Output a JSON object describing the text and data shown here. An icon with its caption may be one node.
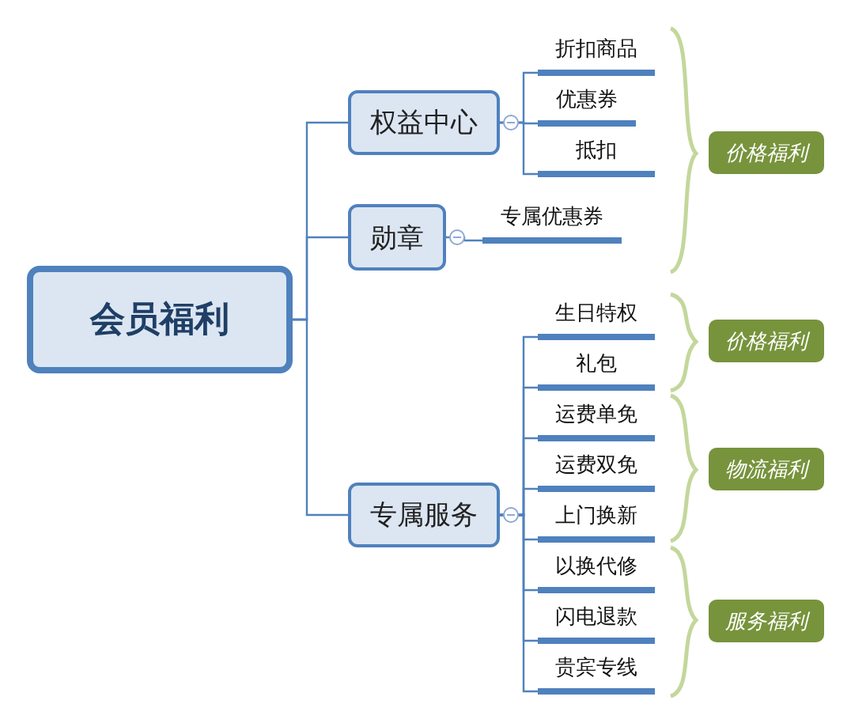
{
  "diagram": {
    "nodes": [
      {
        "text": [
          "会员福利"
        ]
      },
      {
        "text": [
          "权益中心"
        ]
      },
      {
        "text": [
          "勋章"
        ]
      },
      {
        "text": [
          "专属服务"
        ]
      },
      {
        "text": [
          "折扣商品"
        ]
      },
      {
        "text": [
          "优惠券"
        ]
      },
      {
        "text": [
          "抵扣"
        ]
      },
      {
        "text": [
          "专属优惠券"
        ]
      },
      {
        "text": [
          "生日特权"
        ]
      },
      {
        "text": [
          "礼包"
        ]
      },
      {
        "text": [
          "运费单免"
        ]
      },
      {
        "text": [
          "运费双免"
        ]
      },
      {
        "text": [
          "上门换新"
        ]
      },
      {
        "text": [
          "以换代修"
        ]
      },
      {
        "text": [
          "闪电退款"
        ]
      },
      {
        "text": [
          "贵宾专线"
        ]
      },
      {
        "text": [
          "价格福利"
        ]
      },
      {
        "text": [
          "价格福利"
        ]
      },
      {
        "text": [
          "物流福利"
        ]
      },
      {
        "text": [
          "服务福利"
        ]
      }
    ],
    "edges": [
      {
        "from": 0,
        "to": 1,
        "arrow": "none"
      },
      {
        "from": 0,
        "to": 2,
        "arrow": "none"
      },
      {
        "from": 0,
        "to": 3,
        "arrow": "none"
      },
      {
        "from": 1,
        "to": 4,
        "arrow": "none"
      },
      {
        "from": 1,
        "to": 5,
        "arrow": "none"
      },
      {
        "from": 1,
        "to": 6,
        "arrow": "none"
      },
      {
        "from": 2,
        "to": 7,
        "arrow": "none"
      },
      {
        "from": 3,
        "to": 8,
        "arrow": "none"
      },
      {
        "from": 3,
        "to": 9,
        "arrow": "none"
      },
      {
        "from": 3,
        "to": 10,
        "arrow": "none"
      },
      {
        "from": 3,
        "to": 11,
        "arrow": "none"
      },
      {
        "from": 3,
        "to": 12,
        "arrow": "none"
      },
      {
        "from": 3,
        "to": 13,
        "arrow": "none"
      },
      {
        "from": 3,
        "to": 14,
        "arrow": "none"
      },
      {
        "from": 3,
        "to": 15,
        "arrow": "none"
      }
    ]
  }
}
